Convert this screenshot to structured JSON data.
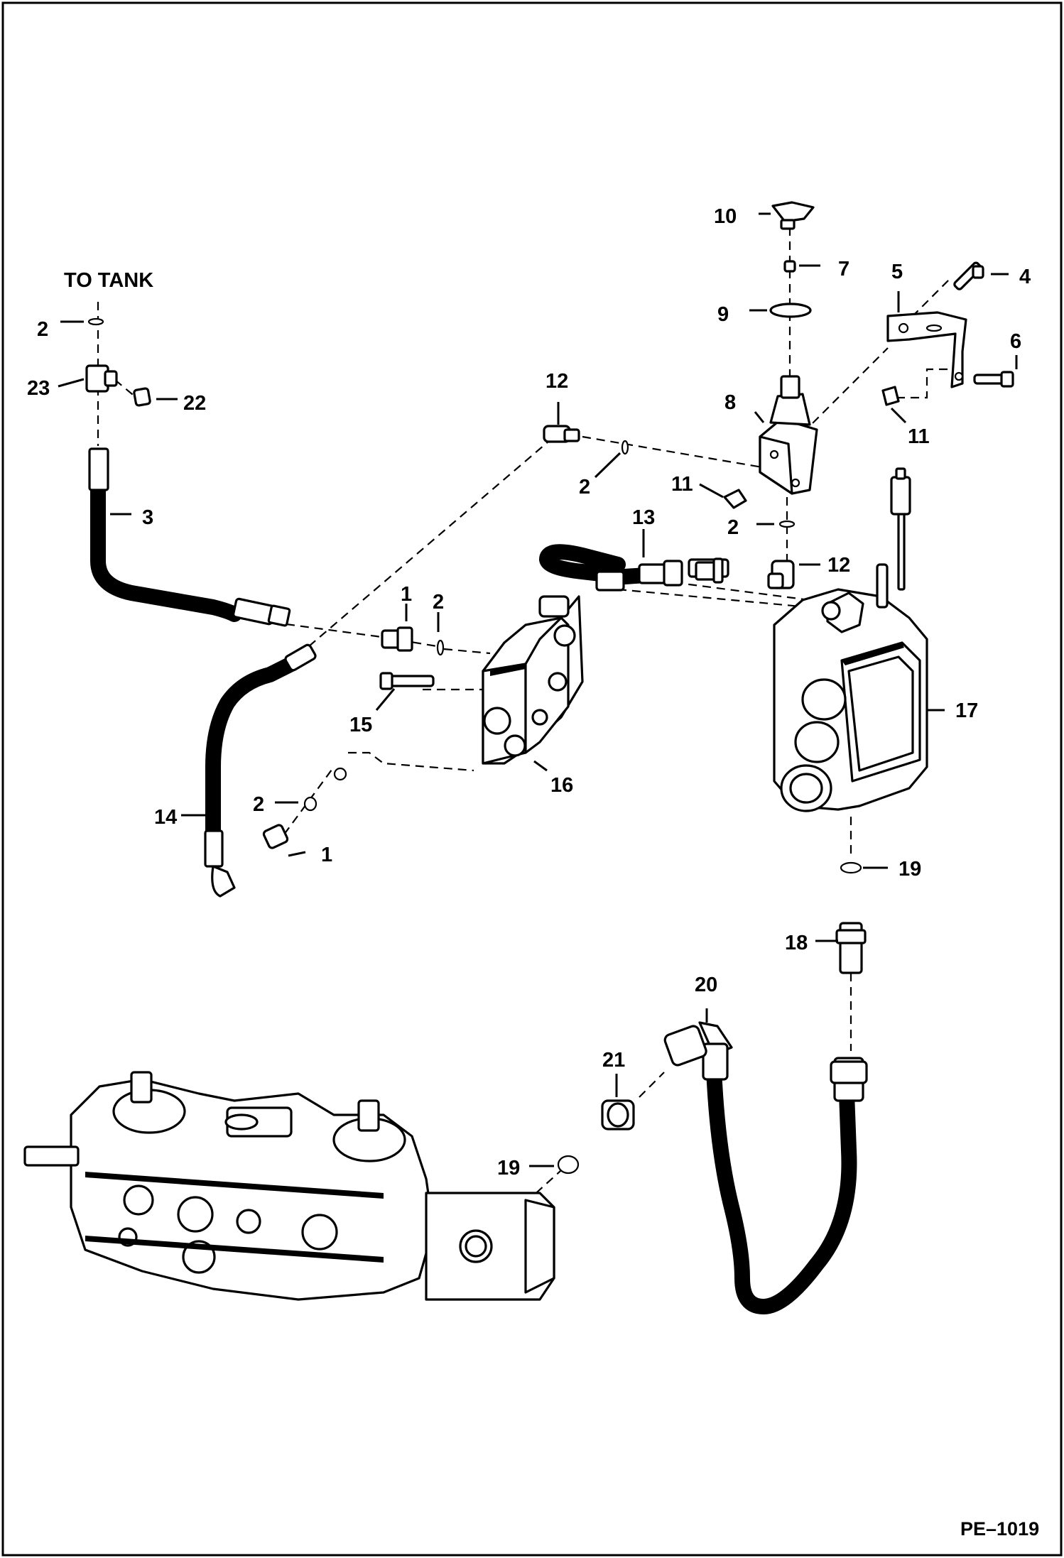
{
  "labels": {
    "to_tank": "TO TANK",
    "ref_code": "PE–1019",
    "items": {
      "n1": "1",
      "n2": "2",
      "n3": "3",
      "n4": "4",
      "n5": "5",
      "n6": "6",
      "n7": "7",
      "n8": "8",
      "n9": "9",
      "n10": "10",
      "n11": "11",
      "n12": "12",
      "n13": "13",
      "n14": "14",
      "n15": "15",
      "n16": "16",
      "n17": "17",
      "n18": "18",
      "n19": "19",
      "n20": "20",
      "n21": "21",
      "n22": "22",
      "n23": "23"
    }
  }
}
